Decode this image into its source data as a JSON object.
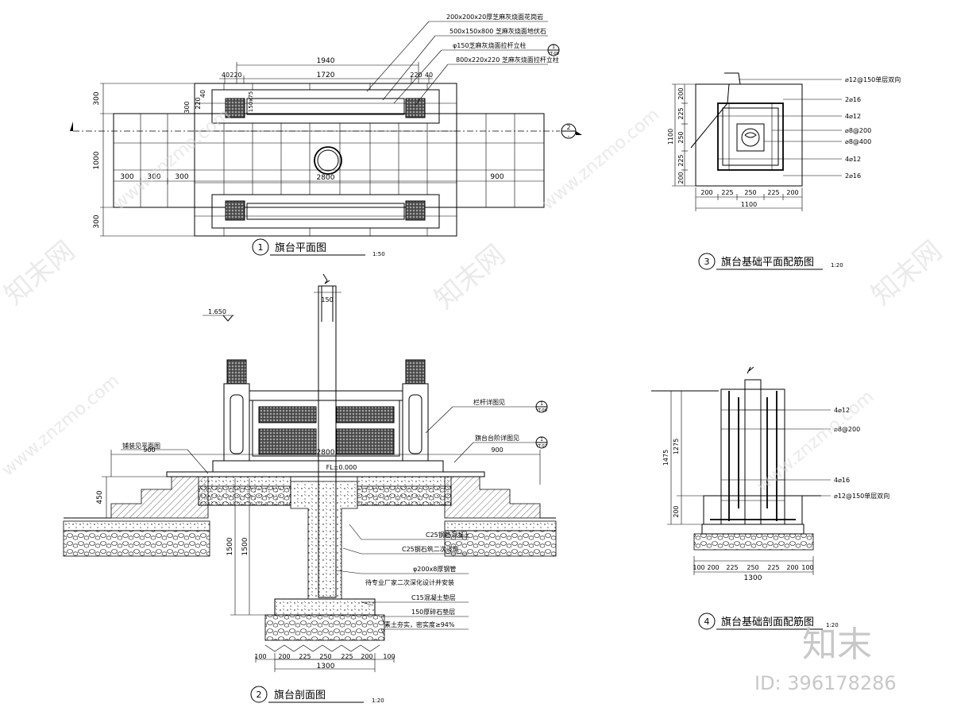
{
  "plan": {
    "title": "旗台平面图",
    "number": "1",
    "scale": "1:50",
    "dims": {
      "d1940": "1940",
      "d1720": "1720",
      "d40a": "40",
      "d220a": "220",
      "d220b": "220",
      "d40b": "40",
      "v300a": "300",
      "v1000": "1000",
      "v300b": "300",
      "v300s": "300",
      "v220s": "220",
      "v40s": "40",
      "h300a": "300",
      "h300b": "300",
      "h300c": "300",
      "d2800": "2800",
      "d900": "900"
    },
    "notes": [
      "200x200x20厚芝麻灰烧面花岗岩",
      "500x150x800 芝麻灰烧面地伏石",
      "φ150芝麻灰烧面拉杆立柱",
      "800x220x220 芝麻灰烧面拉杆立柱"
    ],
    "detail_ref": {
      "n": "1",
      "sheet": "YT-08"
    },
    "section_mark": {
      "n": "2",
      "sheet": "-"
    },
    "side_note": "150x75"
  },
  "section": {
    "title": "旗台剖面图",
    "number": "2",
    "scale": "1:20",
    "elev_top": "1.650",
    "elev_base": "FL±0.000",
    "dims": {
      "pole": "150",
      "d2800": "2800",
      "d900a": "900",
      "d900b": "900",
      "v450": "450",
      "v1500a": "1500",
      "v1500b": "1500",
      "b100a": "100",
      "b200a": "200",
      "b225a": "225",
      "b250": "250",
      "b225b": "225",
      "b200b": "200",
      "b100b": "100",
      "b1300": "1300"
    },
    "labels": {
      "pave": "铺装见平面图",
      "rail": "栏杆详图见",
      "edge": "旗台台阶详图见",
      "c25a": "C25钢筋混凝土",
      "c25b": "C25钢石筑二次浇筑",
      "pipe": "φ200x8厚钢管",
      "pipe2": "待专业厂家二次深化设计并安装",
      "c15": "C15混凝土垫层",
      "gravel": "150厚碎石垫层",
      "soil": "素土夯实，密实度≥94%"
    },
    "ref_rail": {
      "n": "1",
      "sheet": "YT-08"
    },
    "ref_edge": {
      "n": "1",
      "sheet": "YT-07"
    }
  },
  "found_plan": {
    "title": "旗台基础平面配筋图",
    "number": "3",
    "scale": "1:20",
    "dims": {
      "v200a": "200",
      "v225a": "225",
      "v250": "250",
      "v225b": "225",
      "v200b": "200",
      "v1100": "1100",
      "h200a": "200",
      "h225a": "225",
      "h250": "250",
      "h225b": "225",
      "h200b": "200",
      "h1100": "1100"
    },
    "rebar": [
      "⌀12@150单层双向",
      "2⌀16",
      "4⌀12",
      "⌀8@200",
      "⌀8@400",
      "4⌀12",
      "2⌀16"
    ]
  },
  "found_section": {
    "title": "旗台基础剖面配筋图",
    "number": "4",
    "scale": "1:20",
    "dims": {
      "v1475": "1475",
      "v1275": "1275",
      "v200": "200",
      "b100a": "100",
      "b200a": "200",
      "b225a": "225",
      "b250": "250",
      "b225b": "225",
      "b200b": "200",
      "b100b": "100",
      "b1300": "1300"
    },
    "rebar": [
      "4⌀12",
      "⌀8@200",
      "4⌀16",
      "⌀12@150单层双向"
    ]
  },
  "watermark": {
    "brand": "知末",
    "site": "www.znzmo.com",
    "id": "ID: 396178286",
    "cn": "知末网"
  }
}
